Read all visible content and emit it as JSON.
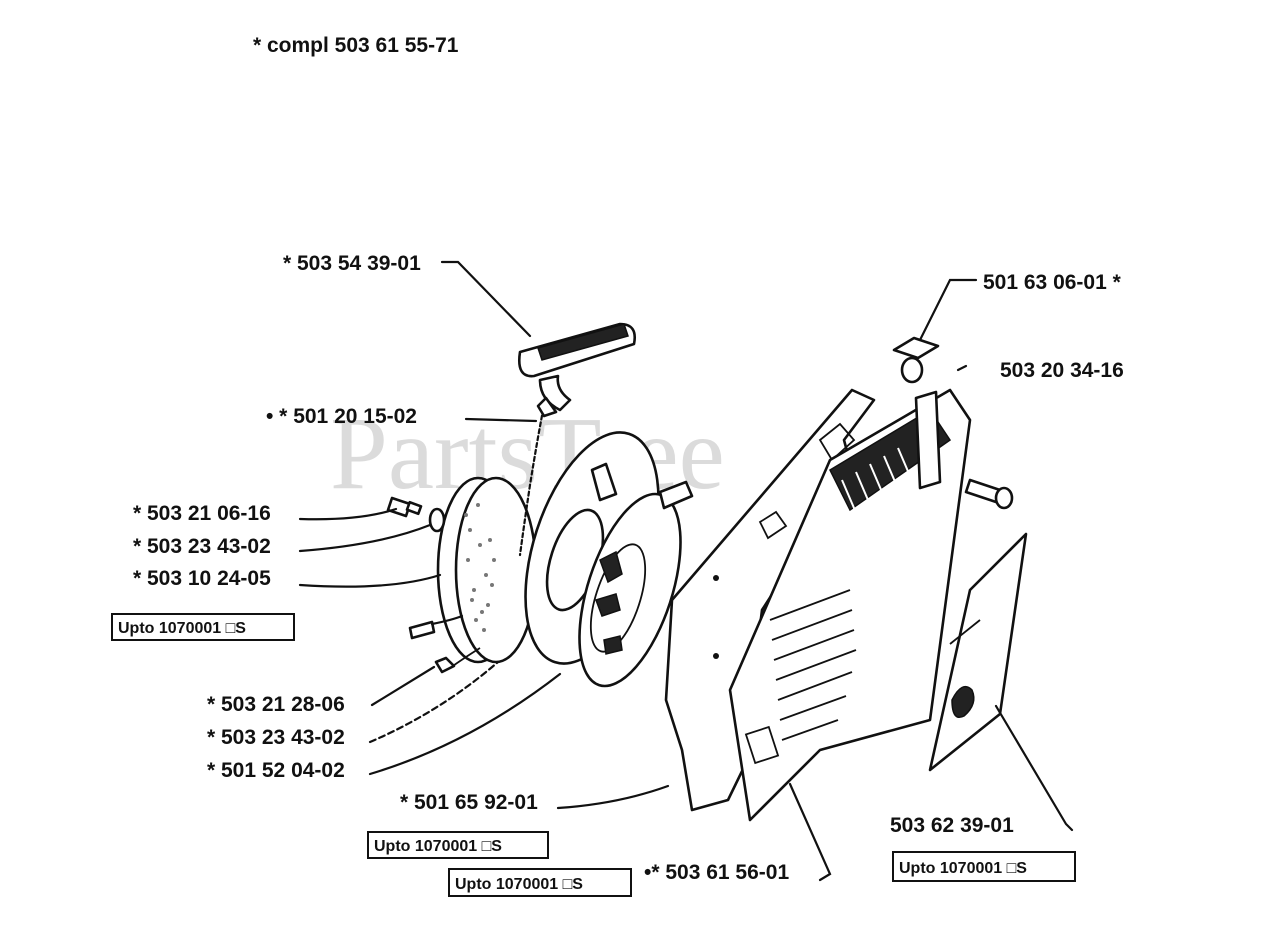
{
  "title_label": "*  compl 503 61 55-71",
  "watermark": "PartsTree",
  "part_labels": {
    "handle": "*  503 54 39-01",
    "rope": "• *  501 20 15-02",
    "screw": "*  503 21 06-16",
    "washer_upper": "*  503 23 43-02",
    "rope_pulley": "*  503 10 24-05",
    "pawl": "*  503 21 28-06",
    "washer_lower": "*  503 23 43-02",
    "spring": "*  501 52 04-02",
    "housing": "*  501 65 92-01",
    "cover": "•*  503 61 56-01",
    "grommet": "501 63 06-01  *",
    "bolt": "503 20 34-16",
    "decal": "503 62 39-01"
  },
  "serial_boxes": {
    "left": "Upto 1070001 □S",
    "center": "Upto 1070001 □S",
    "bottom": "Upto 1070001 □S",
    "right": "Upto 1070001 □S"
  }
}
